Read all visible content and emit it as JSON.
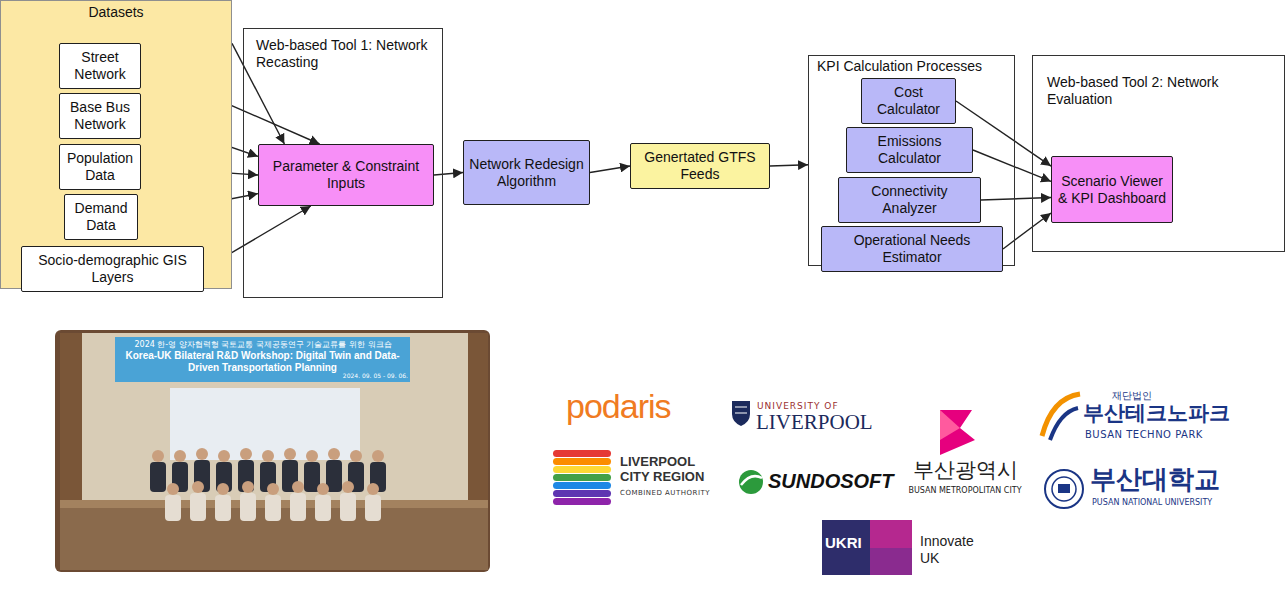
{
  "diagram": {
    "nodes": [
      {
        "text": [
          "Datasets"
        ]
      },
      {
        "text": [
          "Street Network"
        ],
        "in": 0
      },
      {
        "text": [
          "Base Bus Network"
        ],
        "in": 0
      },
      {
        "text": [
          "Population Data"
        ],
        "in": 0
      },
      {
        "text": [
          "Demand Data"
        ],
        "in": 0
      },
      {
        "text": [
          "Socio-demographic GIS Layers"
        ],
        "in": 0
      },
      {
        "text": [
          "Web-based Tool 1: Network Recasting"
        ]
      },
      {
        "text": [
          "Parameter & Constraint Inputs"
        ],
        "in": 6
      },
      {
        "text": [
          "Network Redesign Algorithm"
        ]
      },
      {
        "text": [
          "Genertated GTFS Feeds"
        ]
      },
      {
        "text": [
          "KPI Calculation Processes"
        ]
      },
      {
        "text": [
          "Cost Calculator"
        ],
        "in": 10
      },
      {
        "text": [
          "Emissions Calculator"
        ],
        "in": 10
      },
      {
        "text": [
          "Connectivity Analyzer"
        ],
        "in": 10
      },
      {
        "text": [
          "Operational Needs Estimator"
        ],
        "in": 10
      },
      {
        "text": [
          "Web-based Tool 2: Network Evaluation"
        ]
      },
      {
        "text": [
          "Scenario Viewer & KPI Dashboard"
        ],
        "in": 15
      }
    ],
    "edges": [
      {
        "from": 0,
        "to": 7,
        "arrow": "to"
      },
      {
        "from": 1,
        "to": 7,
        "arrow": "to"
      },
      {
        "from": 2,
        "to": 7,
        "arrow": "to"
      },
      {
        "from": 3,
        "to": 7,
        "arrow": "to"
      },
      {
        "from": 4,
        "to": 7,
        "arrow": "to"
      },
      {
        "from": 5,
        "to": 7,
        "arrow": "to"
      },
      {
        "from": 7,
        "to": 8,
        "arrow": "to"
      },
      {
        "from": 8,
        "to": 9,
        "arrow": "to"
      },
      {
        "from": 9,
        "to": 10,
        "arrow": "to"
      },
      {
        "from": 11,
        "to": 16,
        "arrow": "to"
      },
      {
        "from": 12,
        "to": 16,
        "arrow": "to"
      },
      {
        "from": 13,
        "to": 16,
        "arrow": "to"
      },
      {
        "from": 14,
        "to": 16,
        "arrow": "to"
      }
    ],
    "labels": [
      "2024 한-영 양자협력형 국토교통 국제공동연구 기술교류를 위한 워크숍",
      "Korea-UK Bilateral R&D Workshop: Digital Twin and Data-Driven Transportation Planning",
      "2024. 09. 05 - 09. 06.",
      "podaris",
      "UNIVERSITY OF",
      "LIVERPOOL",
      "부산광역시",
      "BUSAN METROPOLITAN CITY",
      "재단법인",
      "부산테크노파크",
      "BUSAN TECHNO PARK",
      "LIVERPOOL CITY REGION",
      "COMBINED AUTHORITY",
      "SUNDOSOFT",
      "부산대학교",
      "PUSAN NATIONAL UNIVERSITY",
      "UKRI",
      "Innovate UK"
    ]
  }
}
